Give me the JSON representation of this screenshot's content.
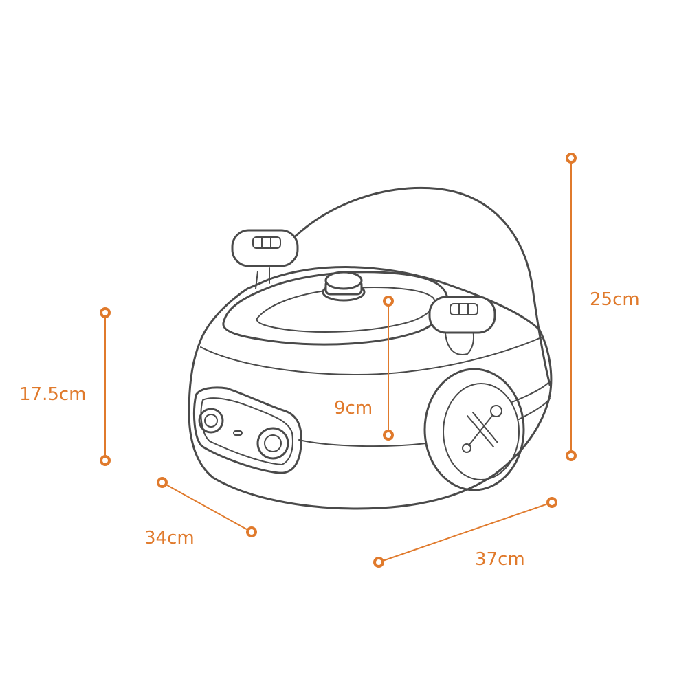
{
  "dimensions": {
    "total_height": "25cm",
    "seat_height": "17.5cm",
    "bowl_depth": "9cm",
    "depth": "34cm",
    "width": "37cm"
  },
  "colors": {
    "accent": "#e07a2c",
    "outline": "#4a4a4a",
    "background": "#ffffff"
  },
  "icons": {
    "service_badge": "wrench-screwdriver-icon"
  }
}
